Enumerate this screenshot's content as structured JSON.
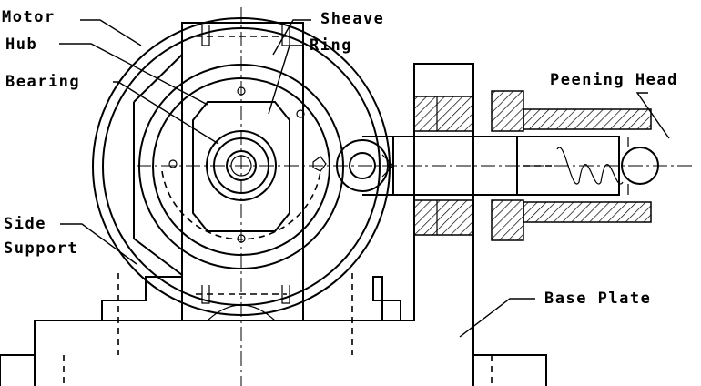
{
  "labels": {
    "motor": "Motor",
    "hub": "Hub",
    "bearing": "Bearing",
    "side_support_line1": "Side",
    "side_support_line2": "Support",
    "sheave": "Sheave",
    "ring": "Ring",
    "peening_head": "Peening Head",
    "base_plate": "Base Plate"
  }
}
